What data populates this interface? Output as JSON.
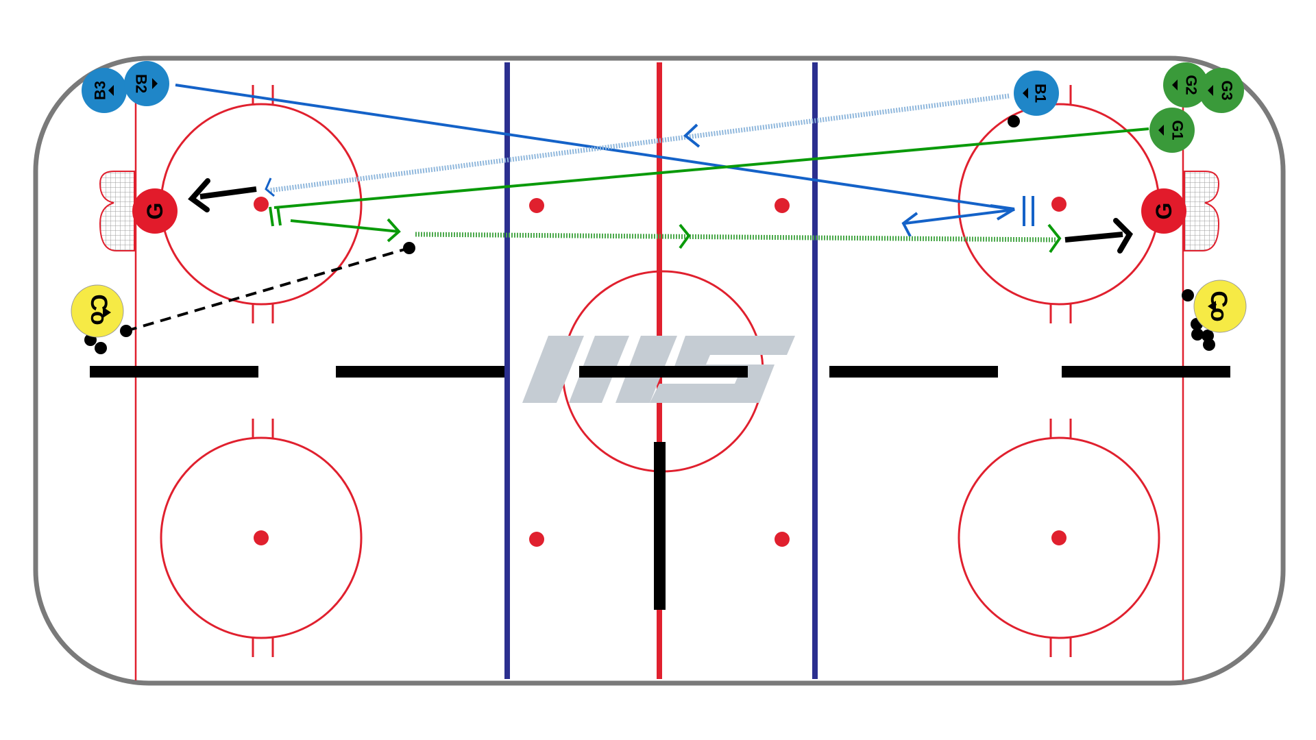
{
  "colors": {
    "board": "#7a7a7a",
    "red_line": "#e0202e",
    "blue_line": "#2b2f8f",
    "blue_player": "#1f86c8",
    "green_player": "#3a9a3a",
    "coach": "#f6ea45",
    "goalie": "#e21b2b",
    "logo": "#c5ccd3",
    "pass_blue": "#1462c8",
    "skate_green": "#0a9a0a",
    "black": "#000000"
  },
  "goalies": [
    {
      "id": "goalie-left",
      "label": "G"
    },
    {
      "id": "goalie-right",
      "label": "G"
    }
  ],
  "coaches": [
    {
      "id": "coach-left",
      "label": "Co"
    },
    {
      "id": "coach-right",
      "label": "Co"
    }
  ],
  "blue_players": [
    {
      "id": "B1",
      "label": "B1"
    },
    {
      "id": "B2",
      "label": "B2"
    },
    {
      "id": "B3",
      "label": "B3"
    }
  ],
  "green_players": [
    {
      "id": "G1",
      "label": "G1"
    },
    {
      "id": "G2",
      "label": "G2"
    },
    {
      "id": "G3",
      "label": "G3"
    }
  ],
  "icons": {
    "logo": "hockey-logo-icon",
    "net": "hockey-net-icon",
    "puck": "puck-icon"
  }
}
